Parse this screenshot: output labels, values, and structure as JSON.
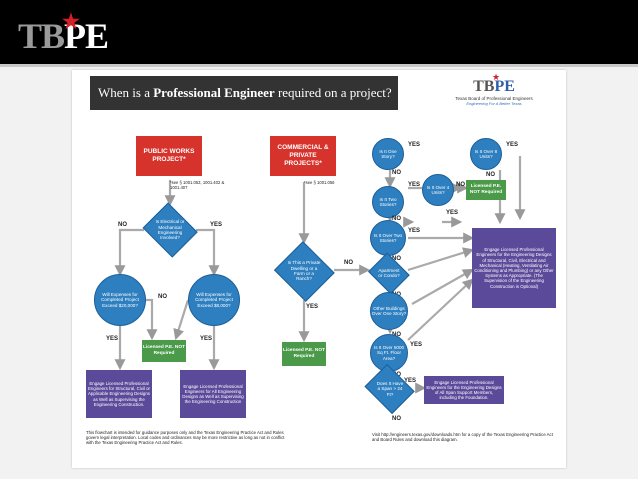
{
  "header": {
    "logo_tb": "TB",
    "logo_pe": "PE"
  },
  "poster": {
    "title_pre": "When is a ",
    "title_bold": "Professional Engineer",
    "title_post": " required on a project?",
    "mini_logo_tb": "TB",
    "mini_logo_pe": "PE",
    "mini_logo_org": "Texas Board of Professional Engineers",
    "mini_logo_tag": "Engineering For A Better Texas",
    "public": {
      "box": "PUBLIC WORKS PROJECT*",
      "ref": "*see § 1001.053, 1001.402 & 1001.407",
      "q_electrical": "Is Electrical or Mechanical Engineering Involved?",
      "q_no_exp": "Will Expenses for Completed Project Exceed $20,000?",
      "q_yes_exp": "Will Expenses for Completed Project Exceed $8,000?",
      "green": "Licensed P.E. NOT Required",
      "purple_left": "Engage Licensed Professional Engineers for Structural, Civil or Applicable Engineering Designs as Well as Supervising the Engineering Construction.",
      "purple_right": "Engage Licensed Professional Engineers for All Engineering Designs as Well as Supervising the Engineering Construction"
    },
    "commercial": {
      "box": "COMMERCIAL & PRIVATE PROJECTS*",
      "ref": "*see § 1001.056",
      "q_dwelling": "Is This a Private Dwelling or a Farm or a Ranch?",
      "green": "Licensed P.E. NOT Required",
      "q_one_story": "Is It One Story?",
      "q_two_stories": "Is It Two Stories?",
      "q_over_two": "Is It Over Two Stories?",
      "q_apartment": "Apartment or Condo?",
      "q_other_buildings": "Other Buildings Over One Story?",
      "q_5000": "Is It Over 5000 Sq Ft. Floor Area?",
      "q_span": "Does It Have a Span > 24 Ft?",
      "q_over4": "Is It Over 4 Units?",
      "q_over8": "Is It Over 8 Units?",
      "green_right": "Licensed P.E. NOT Required",
      "purple_right": "Engage Licensed Professional Engineers for the Engineering Designs of Structural, Civil, Electrical and Mechanical (Heating, Ventilating Air Conditioning and Plumbing) or any Other Systems as Appropriate. (The Supervision of the Engineering Construction is Optional)",
      "purple_bottom": "Engage Licensed Professional Engineers for the Engineering Designs of All Span Support Members, including the Foundation."
    },
    "labels": {
      "yes": "YES",
      "no": "NO"
    },
    "footer_left": "This flowchart is intended for guidance purposes only and the Texas Engineering Practice Act and Rules govern legal interpretation. Local codes and ordinances may be more restrictive as long as not in conflict with the Texas Engineering Practice Act and Rules.",
    "footer_right": "Visit http://engineers.texas.gov/downloads.htm for a copy of the Texas Engineering Practice Act and Board Rules and download this diagram."
  },
  "colors": {
    "red": "#d6332c",
    "blue": "#2d7fc0",
    "green": "#4a9a4a",
    "purple": "#5b4a9a"
  }
}
